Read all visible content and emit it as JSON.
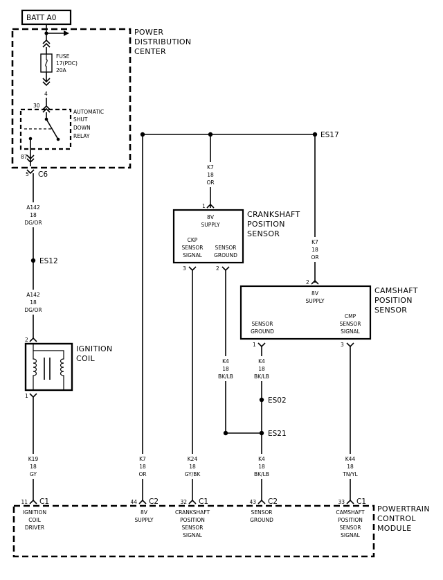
{
  "batt": "BATT A0",
  "pdc": {
    "l1": "POWER",
    "l2": "DISTRIBUTION",
    "l3": "CENTER"
  },
  "fuse": {
    "l1": "FUSE",
    "l2": "17(PDC)",
    "l3": "20A"
  },
  "asd": {
    "l1": "AUTOMATIC",
    "l2": "SHUT",
    "l3": "DOWN",
    "l4": "RELAY"
  },
  "pins": {
    "p4": "4",
    "p30": "30",
    "p87": "87"
  },
  "c6": {
    "pin": "5",
    "conn": "C6"
  },
  "a142_top": {
    "c": "A142",
    "g": "18",
    "col": "DG/OR"
  },
  "a142_bot": {
    "c": "A142",
    "g": "18",
    "col": "DG/OR"
  },
  "es12": "ES12",
  "ignition_coil": {
    "l1": "IGNITION",
    "l2": "COIL",
    "pin2": "2",
    "pin1": "1"
  },
  "k19": {
    "c": "K19",
    "g": "18",
    "col": "GY"
  },
  "es17": "ES17",
  "k7_ckp": {
    "c": "K7",
    "g": "18",
    "col": "OR"
  },
  "k7_cmp": {
    "c": "K7",
    "g": "18",
    "col": "OR"
  },
  "k7_pcm": {
    "c": "K7",
    "g": "18",
    "col": "OR"
  },
  "ckp": {
    "l1": "CRANKSHAFT",
    "l2": "POSITION",
    "l3": "SENSOR",
    "supply1": "8V",
    "supply2": "SUPPLY",
    "sig1": "CKP",
    "sig2": "SENSOR",
    "sig3": "SIGNAL",
    "gnd1": "SENSOR",
    "gnd2": "GROUND",
    "pin1": "1",
    "pin3": "3",
    "pin2": "2"
  },
  "cmp": {
    "l1": "CAMSHAFT",
    "l2": "POSITION",
    "l3": "SENSOR",
    "supply1": "8V",
    "supply2": "SUPPLY",
    "gnd1": "SENSOR",
    "gnd2": "GROUND",
    "sig1": "CMP",
    "sig2": "SENSOR",
    "sig3": "SIGNAL",
    "pin2": "2",
    "pin1": "1",
    "pin3": "3"
  },
  "k4_ckp": {
    "c": "K4",
    "g": "18",
    "col": "BK/LB"
  },
  "k4_cmp": {
    "c": "K4",
    "g": "18",
    "col": "BK/LB"
  },
  "k4_pcm": {
    "c": "K4",
    "g": "18",
    "col": "BK/LB"
  },
  "es02": "ES02",
  "es21": "ES21",
  "k24": {
    "c": "K24",
    "g": "18",
    "col": "GY/BK"
  },
  "k44": {
    "c": "K44",
    "g": "18",
    "col": "TN/YL"
  },
  "pcm": {
    "l1": "POWERTRAIN",
    "l2": "CONTROL",
    "l3": "MODULE",
    "t1": {
      "pin": "11",
      "conn": "C1",
      "a": "IGNITION",
      "b": "COIL",
      "c": "DRIVER"
    },
    "t2": {
      "pin": "44",
      "conn": "C2",
      "a": "8V",
      "b": "SUPPLY"
    },
    "t3": {
      "pin": "32",
      "conn": "C1",
      "a": "CRANKSHAFT",
      "b": "POSITION",
      "c": "SENSOR",
      "d": "SIGNAL"
    },
    "t4": {
      "pin": "43",
      "conn": "C2",
      "a": "SENSOR",
      "b": "GROUND"
    },
    "t5": {
      "pin": "33",
      "conn": "C1",
      "a": "CAMSHAFT",
      "b": "POSITION",
      "c": "SENSOR",
      "d": "SIGNAL"
    }
  }
}
